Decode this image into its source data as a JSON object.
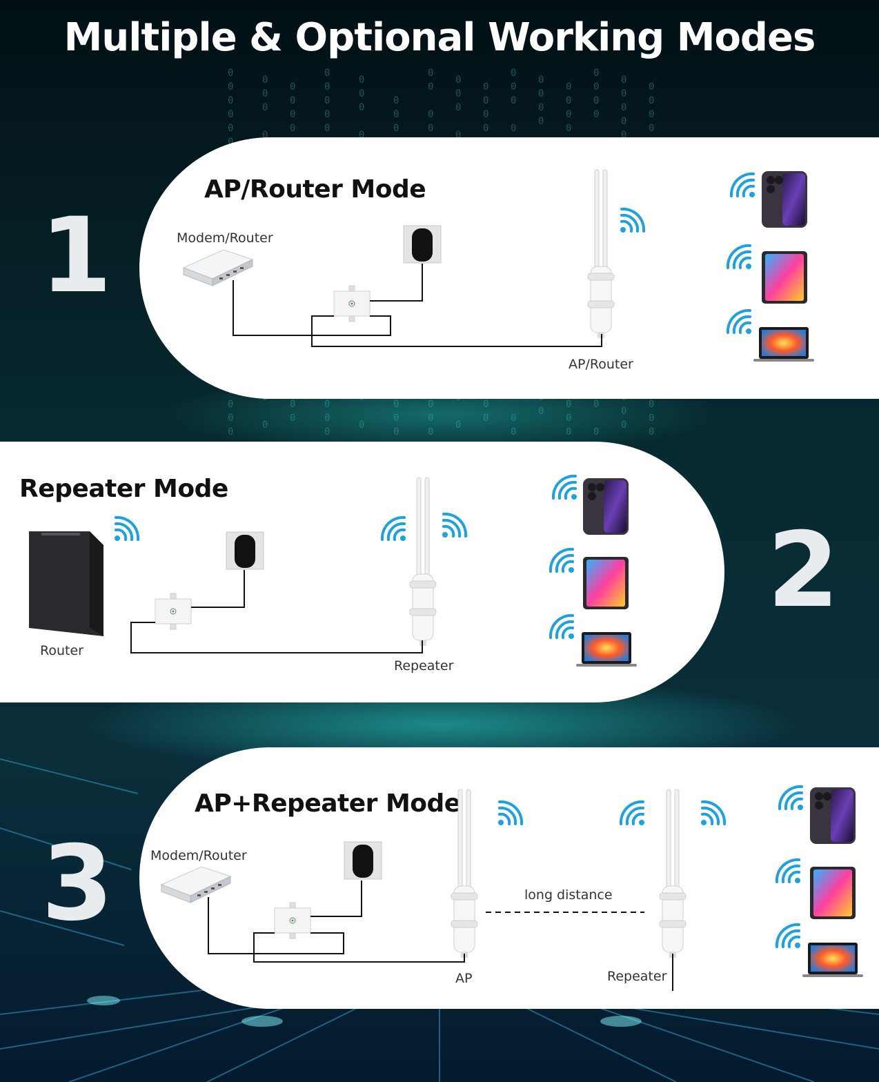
{
  "title": "Multiple & Optional Working Modes",
  "modes": [
    {
      "number": "1",
      "title": "AP/Router Mode",
      "labels": {
        "source": "Modem/Router",
        "device": "AP/Router"
      }
    },
    {
      "number": "2",
      "title": "Repeater Mode",
      "labels": {
        "source": "Router",
        "device": "Repeater"
      }
    },
    {
      "number": "3",
      "title": "AP+Repeater Mode",
      "labels": {
        "source": "Modem/Router",
        "ap": "AP",
        "link": "long distance",
        "repeater": "Repeater"
      }
    }
  ],
  "colors": {
    "background": "#04131a",
    "wifi": "#1ea1e0",
    "line": "#111111",
    "panel": "#ffffff"
  },
  "icons": [
    "wifi-icon",
    "smartphone-icon",
    "tablet-icon",
    "laptop-icon",
    "router-icon",
    "poe-adapter-icon",
    "power-adapter-icon",
    "outdoor-antenna-icon"
  ]
}
